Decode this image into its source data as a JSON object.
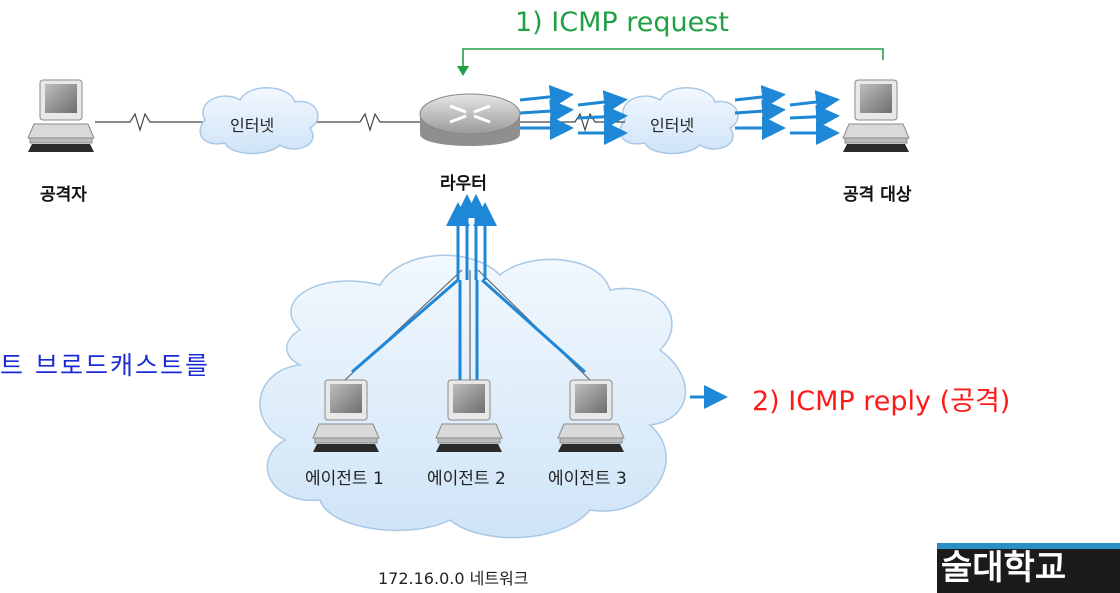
{
  "nodes": {
    "attacker_label": "공격자",
    "router_label": "라우터",
    "target_label": "공격 대상"
  },
  "clouds": {
    "internet_left": "인터넷",
    "internet_right": "인터넷"
  },
  "agents": [
    "에이전트 1",
    "에이전트 2",
    "에이전트 3"
  ],
  "network_label": "172.16.0.0 네트워크",
  "annotations": {
    "icmp_request": "1) ICMP request",
    "icmp_reply": "2) ICMP reply (공격)",
    "broadcast_text": "트 브로드캐스트를"
  },
  "watermark_text": "술대학교",
  "colors": {
    "request": "#22a045",
    "reply": "#ff1a1a",
    "broadcast": "#1a2bd6",
    "traffic": "#1e88d6",
    "cloud": "#dfeefb"
  }
}
